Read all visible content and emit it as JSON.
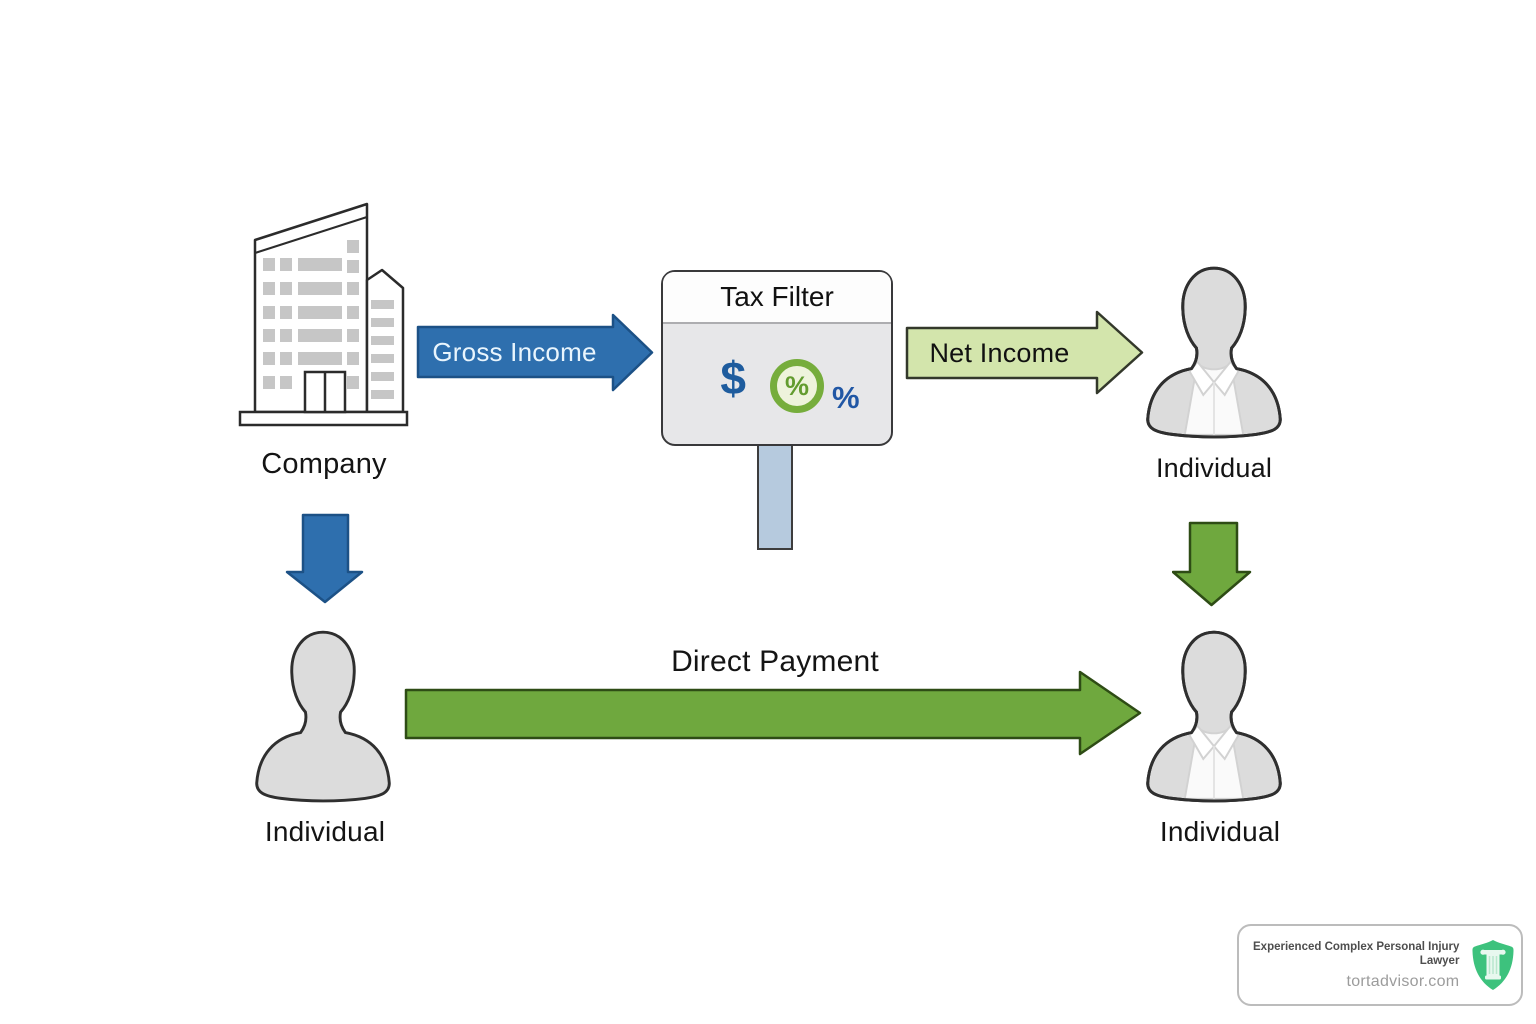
{
  "diagram": {
    "company": {
      "label": "Company"
    },
    "tax_filter": {
      "title": "Tax Filter",
      "dollar_symbol": "$",
      "percent_circle_symbol": "%",
      "percent_symbol": "%"
    },
    "individuals": {
      "top_right": "Individual",
      "bottom_left": "Individual",
      "bottom_right": "Individual"
    },
    "arrows": {
      "gross_income_label": "Gross Income",
      "net_income_label": "Net Income",
      "direct_payment_label": "Direct Payment"
    },
    "icons": {
      "company": "office-building-icon",
      "individual": "person-bust-icon",
      "tax": [
        "dollar-icon",
        "percent-circle-icon",
        "percent-icon"
      ]
    },
    "colors": {
      "blue_arrow": "#2e6fae",
      "green_arrow": "#6fa83e",
      "light_green_arrow": "#d3e5ac",
      "stem_blue": "#b6cade",
      "tax_box_body": "#e7e7e9"
    }
  },
  "badge": {
    "title_line1": "Experienced Complex Personal Injury",
    "title_line2": "Lawyer",
    "website": "tortadvisor.com",
    "logo": "shield-column-icon",
    "logo_color": "#3dc27d"
  }
}
